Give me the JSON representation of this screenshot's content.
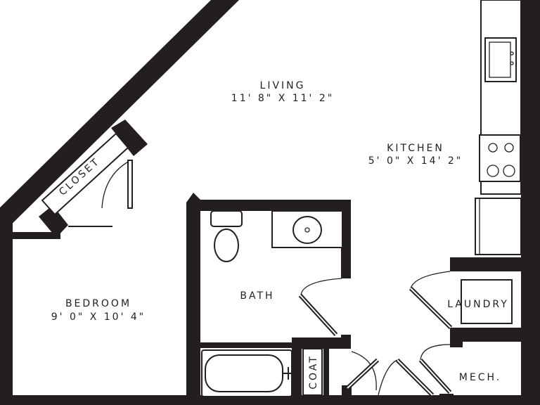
{
  "rooms": {
    "living": {
      "name": "LIVING",
      "dims": "11' 8\" X 11' 2\""
    },
    "kitchen": {
      "name": "KITCHEN",
      "dims": "5' 0\" X 14' 2\""
    },
    "bedroom": {
      "name": "BEDROOM",
      "dims": "9' 0\" X 10' 4\""
    },
    "closet": {
      "name": "CLOSET"
    },
    "bath": {
      "name": "BATH"
    },
    "laundry": {
      "name": "LAUNDRY"
    },
    "coat": {
      "name": "COAT"
    },
    "mech": {
      "name": "MECH."
    }
  },
  "colors": {
    "wall": "#231f20",
    "background": "#ffffff"
  }
}
